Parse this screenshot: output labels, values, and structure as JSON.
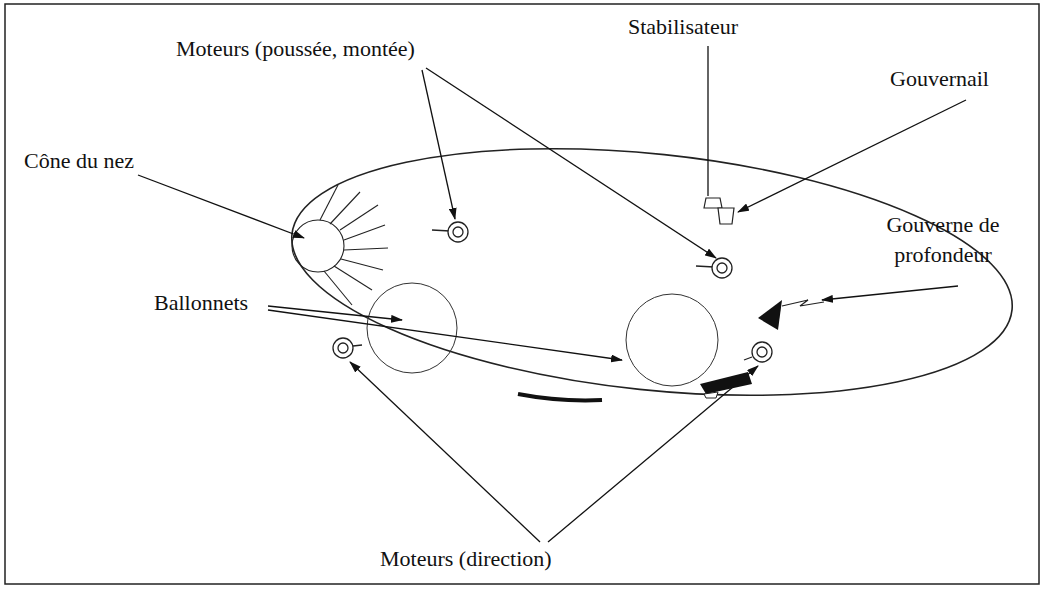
{
  "diagram": {
    "labels": [
      "Stabilisateur",
      "Moteurs (poussée, montée)",
      "Gouvernail",
      "Cône du nez",
      "Gouverne de profondeur",
      "Ballonnets",
      "Moteurs (direction)"
    ]
  }
}
